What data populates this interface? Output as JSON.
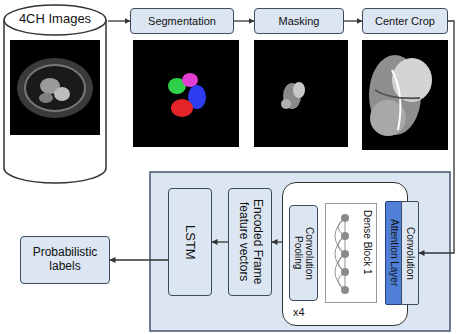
{
  "diagram": {
    "nodes": [
      {
        "text": [
          "4CH Images"
        ]
      },
      {
        "text": [
          "Segmentation"
        ]
      },
      {
        "text": [
          "Masking"
        ]
      },
      {
        "text": [
          "Center Crop"
        ]
      },
      {
        "text": [
          "Probabilistic labels"
        ]
      },
      {
        "text": [
          "LSTM"
        ]
      },
      {
        "text": [
          "Encoded Frame feature vectors"
        ]
      },
      {
        "text": [
          "x4"
        ]
      },
      {
        "text": [
          "Convolution Pooling"
        ],
        "in": 7
      },
      {
        "text": [
          "Dense Block 1"
        ],
        "in": 7
      },
      {
        "text": [
          "Attention Layer"
        ],
        "in": 7
      },
      {
        "text": [
          "Convolution"
        ],
        "in": 7
      }
    ],
    "edges": [
      {
        "from": 0,
        "to": 1,
        "arrow": "to"
      },
      {
        "from": 1,
        "to": 2,
        "arrow": "to"
      },
      {
        "from": 2,
        "to": 3,
        "arrow": "to"
      },
      {
        "from": 3,
        "to": 11,
        "arrow": "to"
      },
      {
        "from": 10,
        "to": 9,
        "arrow": "to"
      },
      {
        "from": 9,
        "to": 8,
        "arrow": "to"
      },
      {
        "from": 7,
        "to": 6,
        "arrow": "to"
      },
      {
        "from": 6,
        "to": 5,
        "arrow": "to"
      },
      {
        "from": 5,
        "to": 4,
        "arrow": "to"
      }
    ]
  }
}
